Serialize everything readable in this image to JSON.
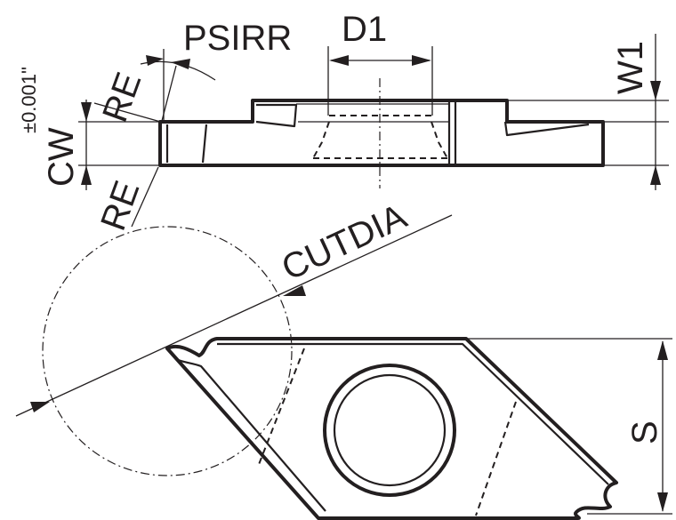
{
  "labels": {
    "psirr": "PSIRR",
    "d1": "D1",
    "w1": "W1",
    "re_top": "RE",
    "re_bottom": "RE",
    "cw": "CW",
    "tolerance": "±0.001\"",
    "cutdia": "CUTDIA",
    "s": "S"
  },
  "colors": {
    "ink": "#231f20",
    "background": "#ffffff"
  }
}
